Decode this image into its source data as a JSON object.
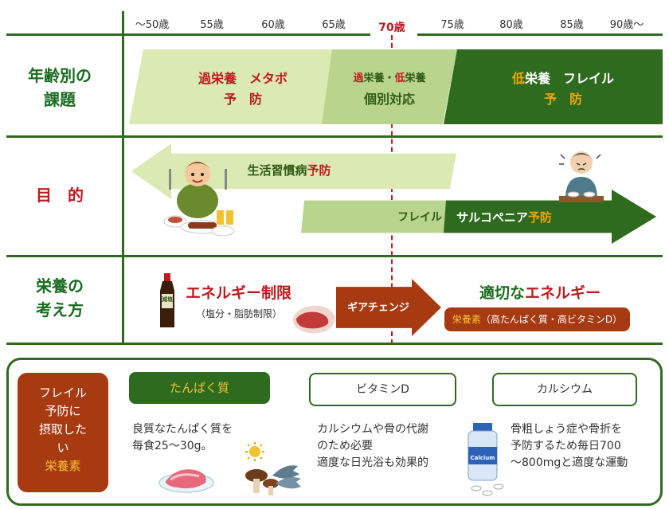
{
  "ages": [
    "～50歳",
    "55歳",
    "60歳",
    "65歳",
    "70歳",
    "75歳",
    "80歳",
    "85歳",
    "90歳～"
  ],
  "rows": {
    "issues_label": [
      "年齢別の",
      "課題"
    ],
    "purpose_label": "目　的",
    "nutrition_label": [
      "栄養の",
      "考え方"
    ]
  },
  "issues": {
    "seg1_line1_a": "過",
    "seg1_line1_b": "栄養　メタボ",
    "seg1_line2": "予　防",
    "seg2_line1_a": "過",
    "seg2_line1_b": "栄養・",
    "seg2_line1_c": "低",
    "seg2_line1_d": "栄養",
    "seg2_line2": "個別対応",
    "seg3_line1_a": "低",
    "seg3_line1_b": "栄養　フレイル",
    "seg3_line2": "予　防"
  },
  "purpose": {
    "arrow1_a": "生活習慣病",
    "arrow1_b": "予防",
    "arrow2_a": "フレイル",
    "arrow2_b": "サルコペニア",
    "arrow2_c": "予防"
  },
  "nutrition": {
    "restrict_title": "エネルギー制限",
    "restrict_sub": "（塩分・脂肪制限）",
    "gear_change": "ギアチェンジ",
    "proper_a": "適切な",
    "proper_b": "エネルギー",
    "nutrients_a": "栄養素",
    "nutrients_b": "（高たんぱく質・高ビタミンD）",
    "bottle_label": "減塩"
  },
  "bottom": {
    "side_lines": [
      "フレイル",
      "予防に",
      "摂取した",
      "い"
    ],
    "side_accent": "栄養素",
    "protein_title": "たんぱく質",
    "protein_desc": [
      "良質なたんぱく質を",
      "毎食25～30g。"
    ],
    "vitd_title": "ビタミンD",
    "vitd_desc": [
      "カルシウムや骨の代謝",
      "のため必要",
      "適度な日光浴も効果的"
    ],
    "calcium_title": "カルシウム",
    "calcium_desc": [
      "骨粗しょう症や骨折を",
      "予防するため毎日700",
      "～800mgと適度な運動"
    ],
    "calcium_bottle_label": "Calcium"
  },
  "colors": {
    "dark_green": "#2e6b1f",
    "light_green": "#d9e8b0",
    "mid_green": "#b8d68a",
    "accent_red": "#c0191f",
    "brown": "#a83a12",
    "orange": "#f2a400"
  }
}
